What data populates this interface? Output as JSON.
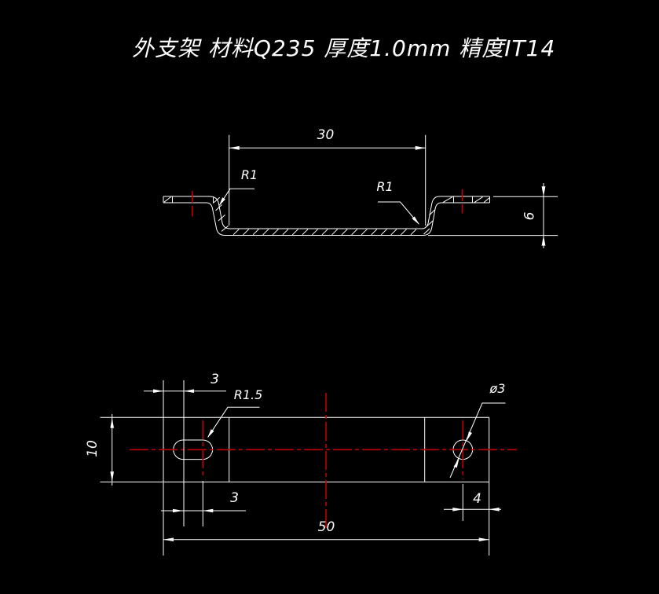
{
  "title": "外支架 材料Q235  厚度1.0mm  精度IT14",
  "colors": {
    "background": "#000000",
    "line": "#ffffff",
    "centerline": "#c00000"
  },
  "side_view": {
    "dim_width": "30",
    "radius_left": "R1",
    "radius_right": "R1",
    "dim_height": "6"
  },
  "top_view": {
    "dim_edge_to_slot": "3",
    "slot_radius": "R1.5",
    "hole_diameter": "ø3",
    "dim_plate_width": "10",
    "dim_slot_centers": "3",
    "dim_hole_to_edge": "4",
    "dim_overall_length": "50"
  }
}
